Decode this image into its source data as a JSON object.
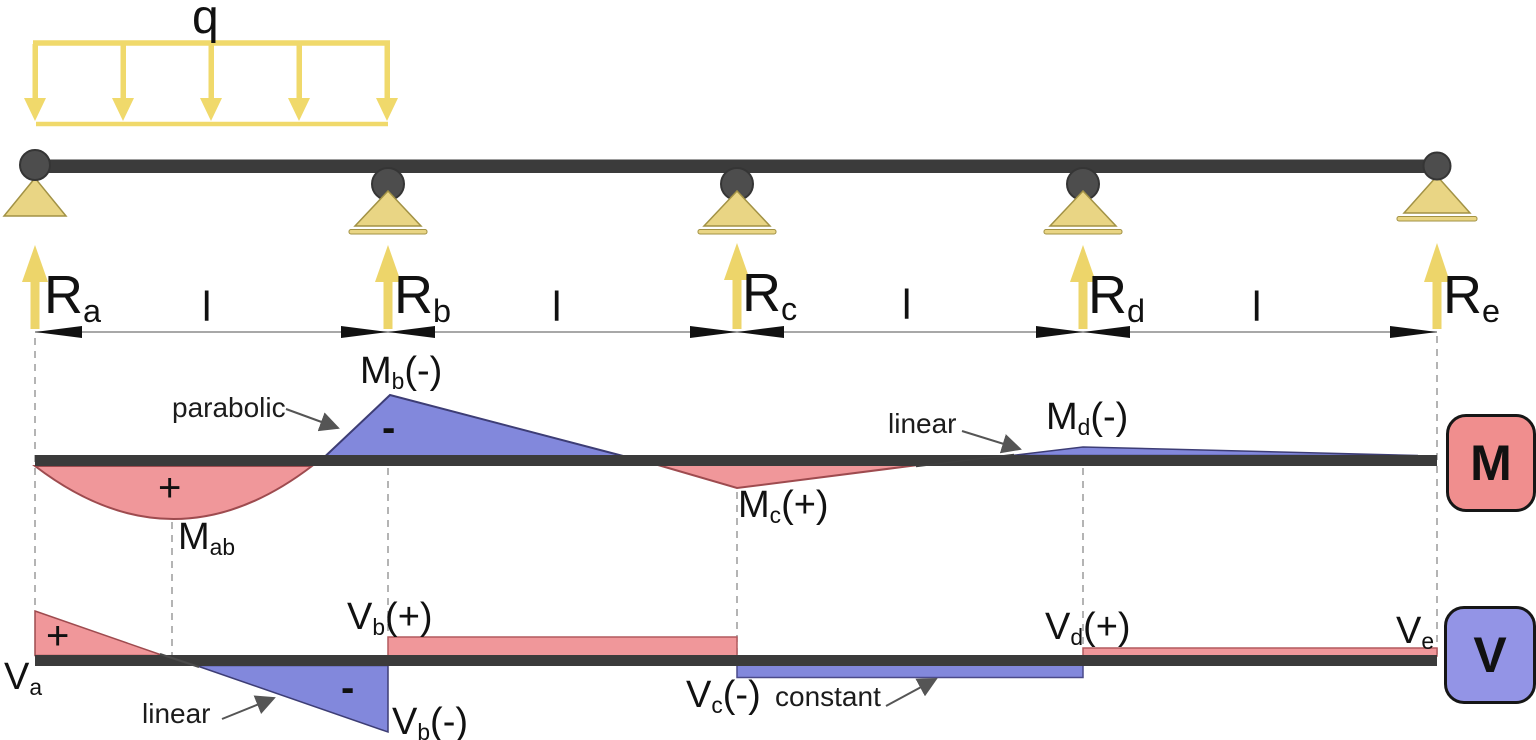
{
  "load": {
    "label": "q"
  },
  "reactions": [
    {
      "main": "R",
      "sub": "a"
    },
    {
      "main": "R",
      "sub": "b"
    },
    {
      "main": "R",
      "sub": "c"
    },
    {
      "main": "R",
      "sub": "d"
    },
    {
      "main": "R",
      "sub": "e"
    }
  ],
  "span_labels": [
    "l",
    "l",
    "l",
    "l"
  ],
  "moment_diagram": {
    "badge": "M",
    "sign_positive": "+",
    "sign_negative": "-",
    "annotations": {
      "parabolic": "parabolic",
      "linear": "linear"
    },
    "labels": {
      "m_ab": {
        "main": "M",
        "sub": "ab",
        "suffix": ""
      },
      "m_b": {
        "main": "M",
        "sub": "b",
        "suffix": "(-)"
      },
      "m_c": {
        "main": "M",
        "sub": "c",
        "suffix": "(+)"
      },
      "m_d": {
        "main": "M",
        "sub": "d",
        "suffix": "(-)"
      }
    }
  },
  "shear_diagram": {
    "badge": "V",
    "sign_positive": "+",
    "sign_negative": "-",
    "annotations": {
      "linear": "linear",
      "constant": "constant"
    },
    "labels": {
      "v_a": {
        "main": "V",
        "sub": "a",
        "suffix": ""
      },
      "v_b_pos": {
        "main": "V",
        "sub": "b",
        "suffix": "(+)"
      },
      "v_b_neg": {
        "main": "V",
        "sub": "b",
        "suffix": "(-)"
      },
      "v_c_neg": {
        "main": "V",
        "sub": "c",
        "suffix": "(-)"
      },
      "v_d_pos": {
        "main": "V",
        "sub": "d",
        "suffix": "(+)"
      },
      "v_e": {
        "main": "V",
        "sub": "e",
        "suffix": ""
      }
    }
  },
  "colors": {
    "load_yellow": "#F0D96B",
    "support_fill": "#E9D584",
    "beam_dark": "#3B3B3B",
    "positive_red": "#F0979A",
    "negative_blue": "#8288DC",
    "badge_m_fill": "#F08E8E",
    "badge_v_fill": "#9394E6"
  }
}
